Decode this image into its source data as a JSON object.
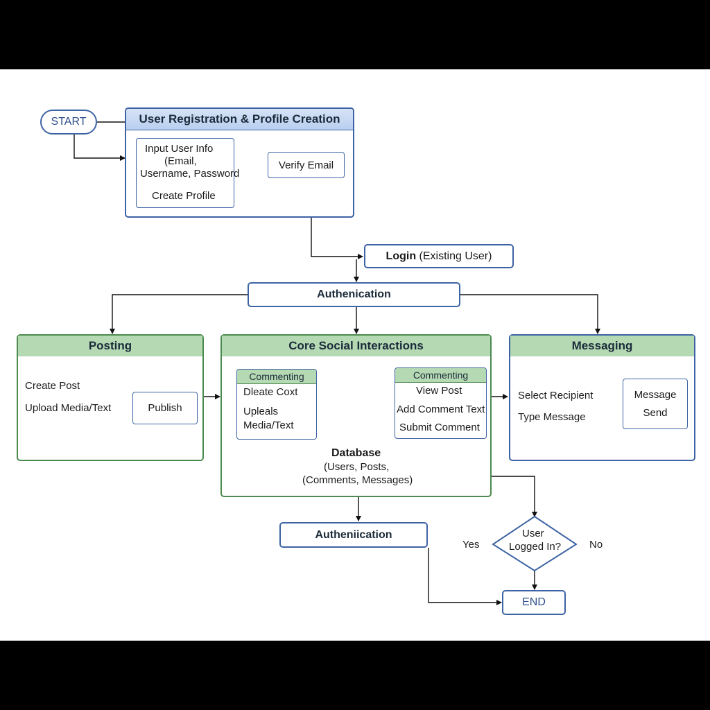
{
  "start": {
    "label": "START"
  },
  "registration": {
    "title": "User Registration & Profile Creation",
    "input_box": {
      "line1": "Input User Info",
      "line2": "(Email,",
      "line3": "Username, Password",
      "line4": "Create Profile"
    },
    "verify": "Verify Email"
  },
  "login": {
    "bold": "Login",
    "rest": " (Existing User)"
  },
  "authentication_top": {
    "label": "Authenication"
  },
  "posting": {
    "title": "Posting",
    "create_post": "Create Post",
    "upload": "Upload Media/Text",
    "publish": "Publish"
  },
  "core": {
    "title": "Core Social Interactions",
    "left_card": {
      "header": "Commenting",
      "line1": "Dleate Coxt",
      "line2": "Upleals",
      "line3": "Media/Text"
    },
    "right_card": {
      "header": "Commenting",
      "line1": "View Post",
      "line2": "Add Comment Text",
      "line3": "Submit Comment"
    },
    "database": {
      "title": "Database",
      "line1": "(Users, Posts,",
      "line2": "(Comments, Messages)"
    }
  },
  "messaging": {
    "title": "Messaging",
    "select": "Select Recipient",
    "type": "Type Message",
    "box_line1": "Message",
    "box_line2": "Send"
  },
  "authentication_bottom": {
    "label": "Autheniication"
  },
  "decision": {
    "line1": "User",
    "line2": "Logged In?",
    "yes": "Yes",
    "no": "No"
  },
  "end": {
    "label": "END"
  },
  "colors": {
    "blue": "#3d63a4",
    "green": "#4c8a4e",
    "blue_header": "#c6d8f3",
    "green_header": "#b5d9b3",
    "db": "#2f5a97"
  },
  "icons": [
    "database-icon",
    "arrow-icon"
  ]
}
